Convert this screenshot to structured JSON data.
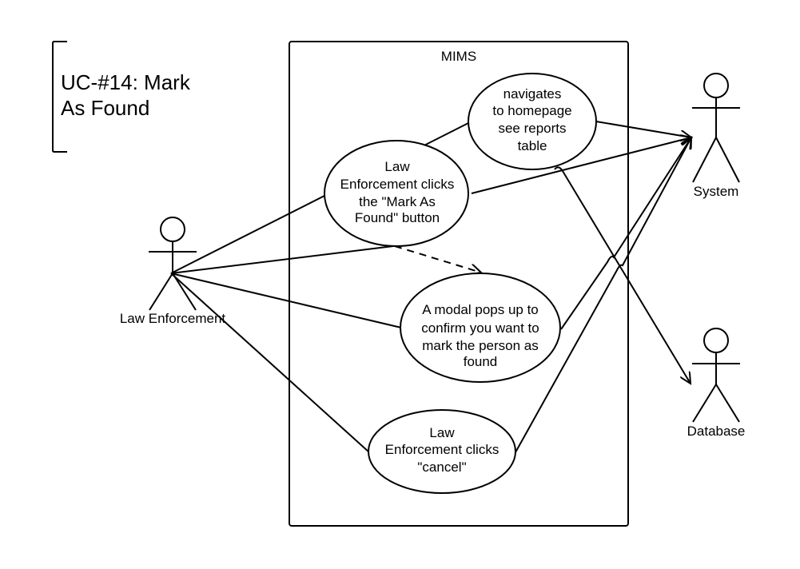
{
  "title": {
    "line1": "UC-#14: Mark",
    "line2": "As Found"
  },
  "boundary": {
    "label": "MIMS"
  },
  "actors": {
    "law_enforcement": "Law Enforcement",
    "system": "System",
    "database": "Database"
  },
  "use_cases": {
    "navigate": [
      "navigates",
      "to homepage",
      "see reports",
      "table"
    ],
    "mark_found": [
      "Law",
      "Enforcement clicks",
      "the \"Mark As",
      "Found\" button"
    ],
    "modal": [
      "A modal pops up to",
      "confirm you want to",
      "mark the person as",
      "found"
    ],
    "cancel": [
      "Law",
      "Enforcement clicks",
      "\"cancel\""
    ]
  }
}
